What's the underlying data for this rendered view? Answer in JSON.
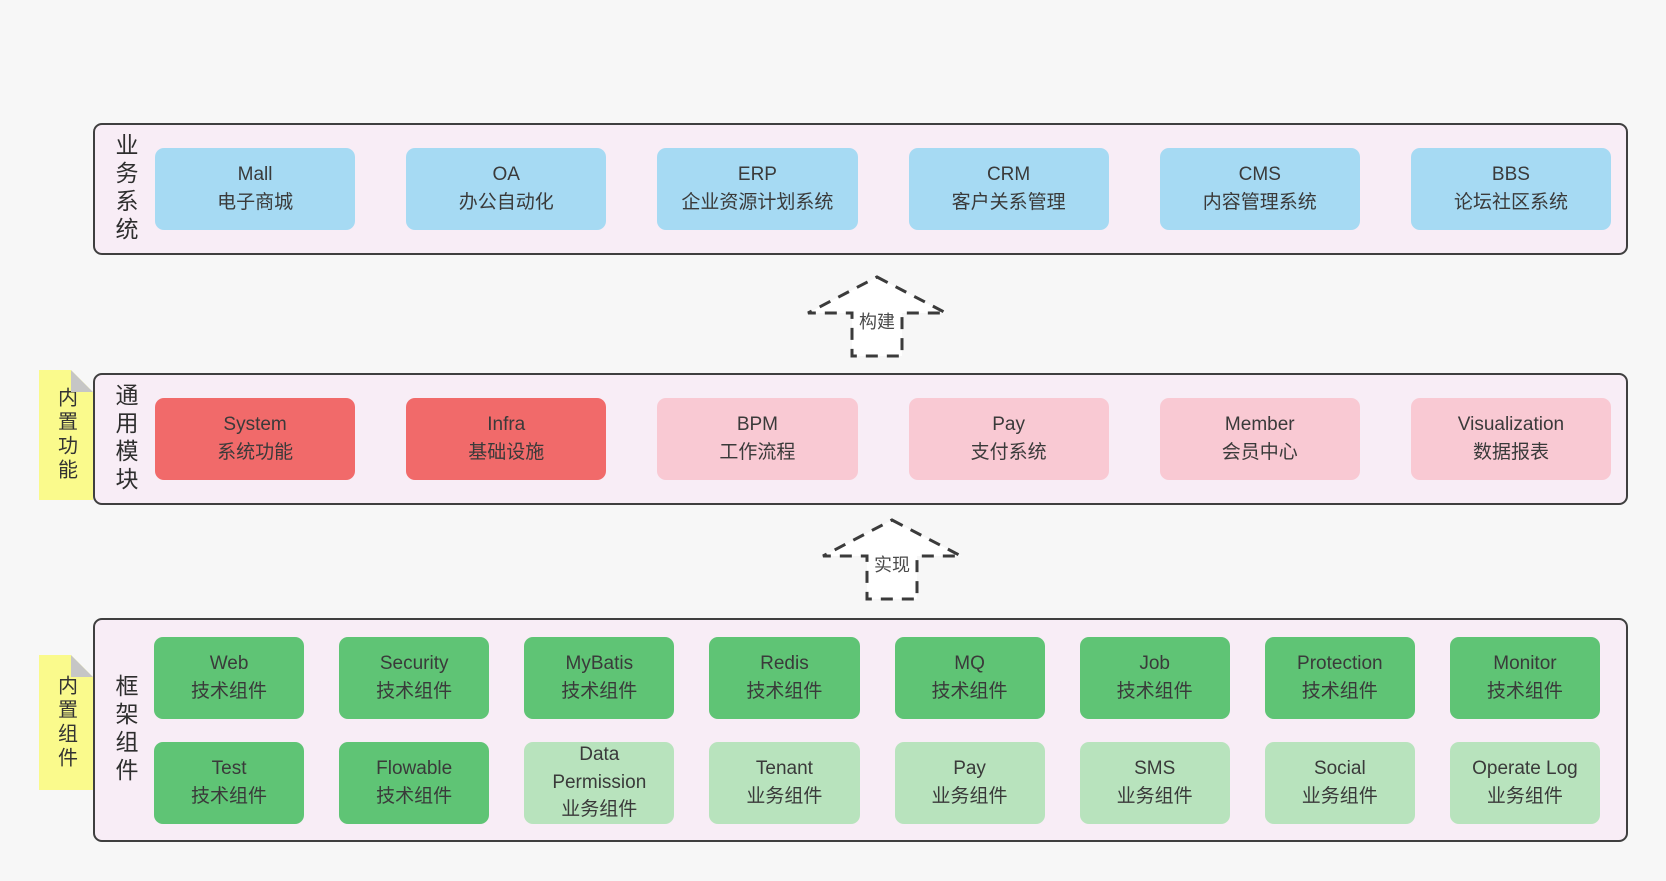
{
  "colors": {
    "page_bg": "#f7f7f7",
    "layer_bg": "#f8edf6",
    "layer_border": "#3f3f3f",
    "blue_box": "#a6daf3",
    "red_box": "#f16a6a",
    "pink_box": "#f9c9d3",
    "green_box": "#5fc475",
    "light_green_box": "#b8e3bd",
    "sticky_bg": "#fafa8c",
    "sticky_fold": "#c6c6c6",
    "box_text": "#3a3a3a",
    "arrow_stroke": "#3b3b3b"
  },
  "layers": {
    "business": {
      "label": "业务系统",
      "boxes": [
        {
          "title": "Mall",
          "subtitle": "电子商城",
          "variant": "blue"
        },
        {
          "title": "OA",
          "subtitle": "办公自动化",
          "variant": "blue"
        },
        {
          "title": "ERP",
          "subtitle": "企业资源计划系统",
          "variant": "blue"
        },
        {
          "title": "CRM",
          "subtitle": "客户关系管理",
          "variant": "blue"
        },
        {
          "title": "CMS",
          "subtitle": "内容管理系统",
          "variant": "blue"
        },
        {
          "title": "BBS",
          "subtitle": "论坛社区系统",
          "variant": "blue"
        }
      ]
    },
    "modules": {
      "label": "通用模块",
      "sticky": "内置功能",
      "boxes": [
        {
          "title": "System",
          "subtitle": "系统功能",
          "variant": "red"
        },
        {
          "title": "Infra",
          "subtitle": "基础设施",
          "variant": "red"
        },
        {
          "title": "BPM",
          "subtitle": "工作流程",
          "variant": "pink"
        },
        {
          "title": "Pay",
          "subtitle": "支付系统",
          "variant": "pink"
        },
        {
          "title": "Member",
          "subtitle": "会员中心",
          "variant": "pink"
        },
        {
          "title": "Visualization",
          "subtitle": "数据报表",
          "variant": "pink"
        }
      ]
    },
    "components": {
      "label": "框架组件",
      "sticky": "内置组件",
      "row1": [
        {
          "title": "Web",
          "subtitle": "技术组件",
          "variant": "green"
        },
        {
          "title": "Security",
          "subtitle": "技术组件",
          "variant": "green"
        },
        {
          "title": "MyBatis",
          "subtitle": "技术组件",
          "variant": "green"
        },
        {
          "title": "Redis",
          "subtitle": "技术组件",
          "variant": "green"
        },
        {
          "title": "MQ",
          "subtitle": "技术组件",
          "variant": "green"
        },
        {
          "title": "Job",
          "subtitle": "技术组件",
          "variant": "green"
        },
        {
          "title": "Protection",
          "subtitle": "技术组件",
          "variant": "green"
        },
        {
          "title": "Monitor",
          "subtitle": "技术组件",
          "variant": "green"
        }
      ],
      "row2": [
        {
          "title": "Test",
          "subtitle": "技术组件",
          "variant": "green"
        },
        {
          "title": "Flowable",
          "subtitle": "技术组件",
          "variant": "green"
        },
        {
          "title": "Data Permission",
          "subtitle": "业务组件",
          "variant": "light-green"
        },
        {
          "title": "Tenant",
          "subtitle": "业务组件",
          "variant": "light-green"
        },
        {
          "title": "Pay",
          "subtitle": "业务组件",
          "variant": "light-green"
        },
        {
          "title": "SMS",
          "subtitle": "业务组件",
          "variant": "light-green"
        },
        {
          "title": "Social",
          "subtitle": "业务组件",
          "variant": "light-green"
        },
        {
          "title": "Operate Log",
          "subtitle": "业务组件",
          "variant": "light-green"
        }
      ]
    }
  },
  "arrows": {
    "build": {
      "label": "构建"
    },
    "implement": {
      "label": "实现"
    }
  }
}
